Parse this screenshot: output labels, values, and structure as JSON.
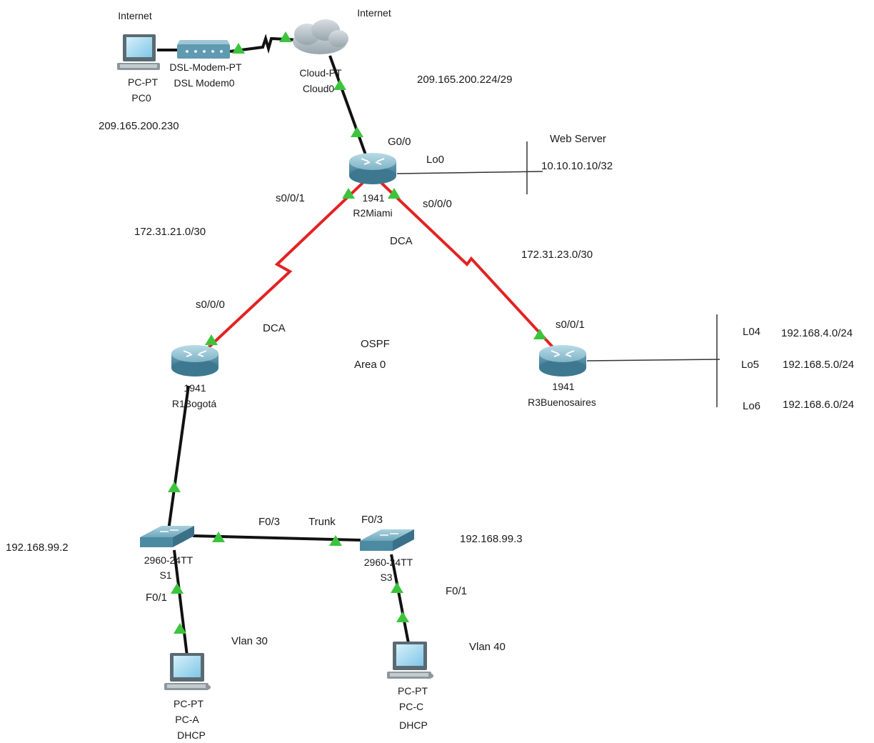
{
  "colors": {
    "serial_link": "#e32222",
    "ethernet_link": "#111111",
    "port_up": "#3cc43c",
    "router_body": "#6aa8be",
    "switch_body": "#6aa8be",
    "cloud": "#b9c3c8"
  },
  "devices": {
    "pc0": {
      "icon": "pc-icon",
      "top_label": "Internet",
      "model": "PC-PT",
      "name": "PC0"
    },
    "modem": {
      "icon": "dsl-modem-icon",
      "model": "DSL-Modem-PT",
      "name": "DSL Modem0"
    },
    "cloud": {
      "icon": "cloud-icon",
      "top_label": "Internet",
      "model": "Cloud-PT",
      "name": "Cloud0"
    },
    "r2": {
      "icon": "router-icon",
      "model": "1941",
      "name": "R2Miami"
    },
    "r1": {
      "icon": "router-icon",
      "model": "1941",
      "name": "R1Bogotá"
    },
    "r3": {
      "icon": "router-icon",
      "model": "1941",
      "name": "R3Buenosaires"
    },
    "s1": {
      "icon": "switch-icon",
      "model": "2960-24TT",
      "name": "S1"
    },
    "s3": {
      "icon": "switch-icon",
      "model": "2960-24TT",
      "name": "S3"
    },
    "pca": {
      "icon": "pc-icon",
      "model": "PC-PT",
      "name": "PC-A",
      "addressing": "DHCP"
    },
    "pcc": {
      "icon": "pc-icon",
      "model": "PC-PT",
      "name": "PC-C",
      "addressing": "DHCP"
    }
  },
  "labels": {
    "pc0_ip": "209.165.200.230",
    "isp_net": "209.165.200.224/29",
    "web_server": "Web  Server",
    "lo0": "Lo0",
    "lo0_ip": "10.10.10.10/32",
    "g00": "G0/0",
    "r2_s001": "s0/0/1",
    "r2_s000": "s0/0/0",
    "net_r1_r2": "172.31.21.0/30",
    "net_r2_r3": "172.31.23.0/30",
    "dca_r2": "DCA",
    "dca_r1": "DCA",
    "r1_s000": "s0/0/0",
    "r3_s001": "s0/0/1",
    "ospf": "OSPF",
    "area": "Area  0",
    "lo4": "L04",
    "lo4_ip": "192.168.4.0/24",
    "lo5": "Lo5",
    "lo5_ip": "192.168.5.0/24",
    "lo6": "Lo6",
    "lo6_ip": "192.168.6.0/24",
    "s1_ip": "192.168.99.2",
    "s3_ip": "192.168.99.3",
    "s1_f03": "F0/3",
    "trunk": "Trunk",
    "s3_f03": "F0/3",
    "s1_f01": "F0/1",
    "s3_f01": "F0/1",
    "vlan30": "Vlan  30",
    "vlan40": "Vlan  40"
  }
}
